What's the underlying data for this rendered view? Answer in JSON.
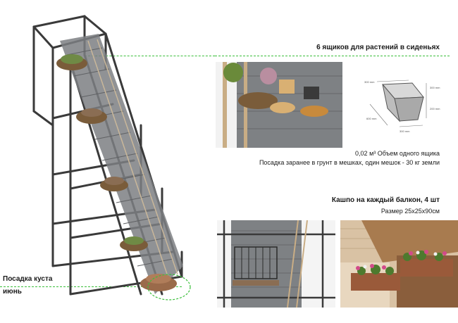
{
  "labels": {
    "seat_boxes_title": "6 ящиков для растений в сиденьях",
    "box_volume": "0,02 м³ Объем одного ящика",
    "planting_note": "Посадка заранее в грунт в мешках, один мешок - 30 кг земли",
    "planter_title": "Кашпо на каждый балкон, 4 шт",
    "planter_size": "Размер 25х25х90см",
    "bush_planting_line1": "Посадка куста",
    "bush_planting_line2": "июнь"
  },
  "dimensions_diagram": {
    "labels": [
      "300 mm",
      "300 mm",
      "200 mm",
      "600 mm",
      "300 mm"
    ]
  },
  "colors": {
    "accent_dashed_line": "#3bbf3b",
    "scaffold": "#3a3a3a",
    "wood": "#7d7f82"
  }
}
